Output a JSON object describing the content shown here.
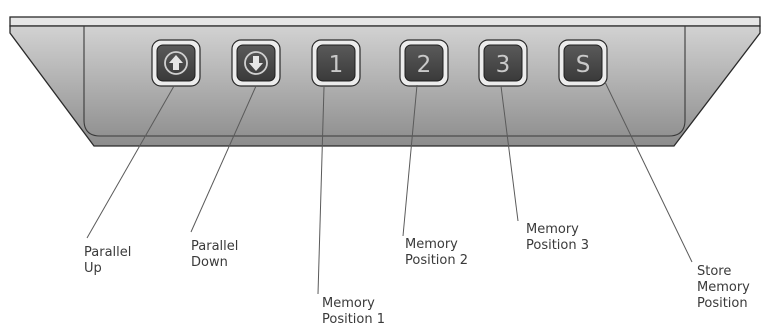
{
  "keypad": {
    "buttons": [
      {
        "id": "parallel-up",
        "glyph": "",
        "icon": "arrow-up-icon"
      },
      {
        "id": "parallel-down",
        "glyph": "",
        "icon": "arrow-down-icon"
      },
      {
        "id": "memory-1",
        "glyph": "1",
        "icon": ""
      },
      {
        "id": "memory-2",
        "glyph": "2",
        "icon": ""
      },
      {
        "id": "memory-3",
        "glyph": "3",
        "icon": ""
      },
      {
        "id": "store-memory",
        "glyph": "S",
        "icon": ""
      }
    ]
  },
  "labels": {
    "parallel_up": [
      "Parallel",
      "Up"
    ],
    "parallel_down": [
      "Parallel",
      "Down"
    ],
    "memory_position_1": [
      "Memory",
      "Position 1"
    ],
    "memory_position_2": [
      "Memory",
      "Position 2"
    ],
    "memory_position_3": [
      "Memory",
      "Position 3"
    ],
    "store_memory_position": [
      "Store",
      "Memory",
      "Position"
    ]
  },
  "colors": {
    "housing_top": "#d2d2d2",
    "housing_bottom": "#8c8c8c",
    "key_face": "#4a4a4a",
    "key_glyph": "#c9c9c9",
    "outline": "#2a2a2a"
  }
}
